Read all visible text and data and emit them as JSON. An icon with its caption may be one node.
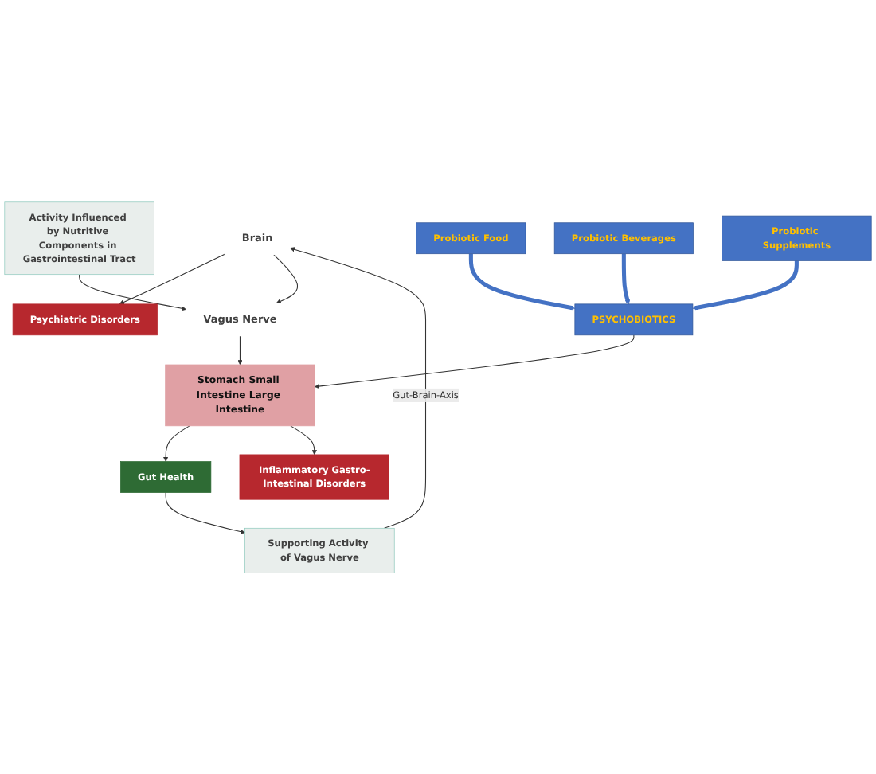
{
  "diagram": {
    "nodes": [
      {
        "text": [
          "Brain"
        ]
      },
      {
        "text": [
          "Psychiatric Disorders"
        ]
      },
      {
        "text": [
          "Vagus Nerve"
        ]
      },
      {
        "text": [
          "Activity Influenced by Nutritive Components in Gastrointestinal Tract"
        ]
      },
      {
        "text": [
          "Supporting Activity of Vagus Nerve"
        ]
      },
      {
        "text": [
          "Stomach Small Intestine Large Intestine"
        ]
      },
      {
        "text": [
          "Gut Health"
        ]
      },
      {
        "text": [
          "Inflammatory Gastro-Intestinal Disorders"
        ]
      },
      {
        "text": [
          "PSYCHOBIOTICS"
        ]
      },
      {
        "text": [
          "Probiotic Food"
        ]
      },
      {
        "text": [
          "Probiotic Beverages"
        ]
      },
      {
        "text": [
          "Probiotic Supplements"
        ]
      }
    ],
    "edges": [
      {
        "from": 4,
        "to": 0,
        "arrow": "to",
        "label": "Gut-Brain-Axis"
      },
      {
        "from": 0,
        "to": 1,
        "arrow": "to"
      },
      {
        "from": 0,
        "to": 2,
        "arrow": "to"
      },
      {
        "from": 3,
        "to": 2,
        "arrow": "to"
      },
      {
        "from": 2,
        "to": 5,
        "arrow": "to"
      },
      {
        "from": 5,
        "to": 6,
        "arrow": "to"
      },
      {
        "from": 5,
        "to": 7,
        "arrow": "to"
      },
      {
        "from": 6,
        "to": 4,
        "arrow": "to"
      },
      {
        "from": 8,
        "to": 5,
        "arrow": "to"
      },
      {
        "from": 9,
        "to": 8,
        "arrow": "to",
        "style": "thick",
        "color": "#4472c4"
      },
      {
        "from": 10,
        "to": 8,
        "arrow": "to",
        "style": "thick",
        "color": "#4472c4"
      },
      {
        "from": 11,
        "to": 8,
        "arrow": "to",
        "style": "thick",
        "color": "#4472c4"
      }
    ]
  }
}
